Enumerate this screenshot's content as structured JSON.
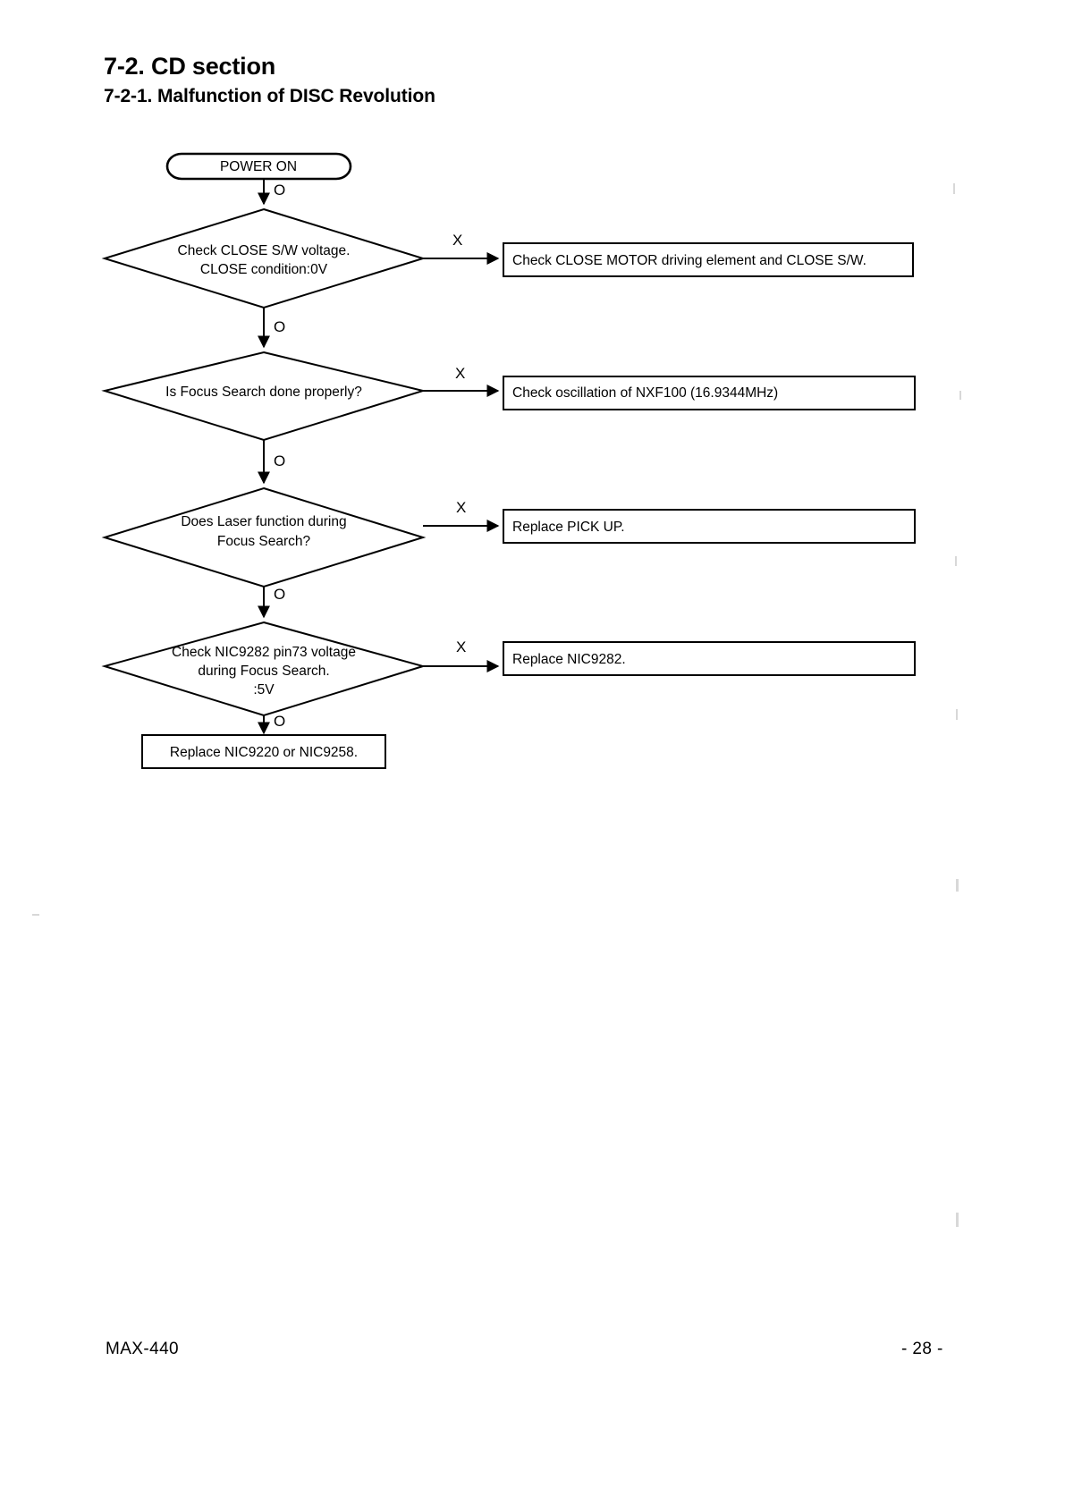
{
  "document": {
    "heading_main": "7-2. CD section",
    "heading_sub": "7-2-1. Malfunction of DISC Revolution",
    "footer_model": "MAX-440",
    "footer_page": "- 28 -"
  },
  "flowchart": {
    "start": {
      "label": "POWER ON",
      "shape": "stadium"
    },
    "yes_label": "O",
    "no_label": "X",
    "steps": [
      {
        "decision_line1": "Check CLOSE S/W voltage.",
        "decision_line2": "CLOSE condition:0V",
        "decision_line3": "",
        "in_label": "O",
        "out_label": "X",
        "result": "Check CLOSE MOTOR driving element and CLOSE S/W."
      },
      {
        "decision_line1": "Is Focus Search done properly?",
        "decision_line2": "",
        "decision_line3": "",
        "in_label": "O",
        "out_label": "X",
        "result": "Check oscillation of NXF100 (16.9344MHz)"
      },
      {
        "decision_line1": "Does Laser function during",
        "decision_line2": "Focus Search?",
        "decision_line3": "",
        "in_label": "O",
        "out_label": "X",
        "result": "Replace PICK UP."
      },
      {
        "decision_line1": "Check NIC9282 pin73 voltage",
        "decision_line2": "during Focus Search.",
        "decision_line3": ":5V",
        "in_label": "O",
        "out_label": "X",
        "result": "Replace NIC9282."
      }
    ],
    "final": {
      "in_label": "O",
      "label": "Replace NIC9220 or NIC9258."
    }
  },
  "colors": {
    "ink": "#000000",
    "paper": "#ffffff"
  }
}
